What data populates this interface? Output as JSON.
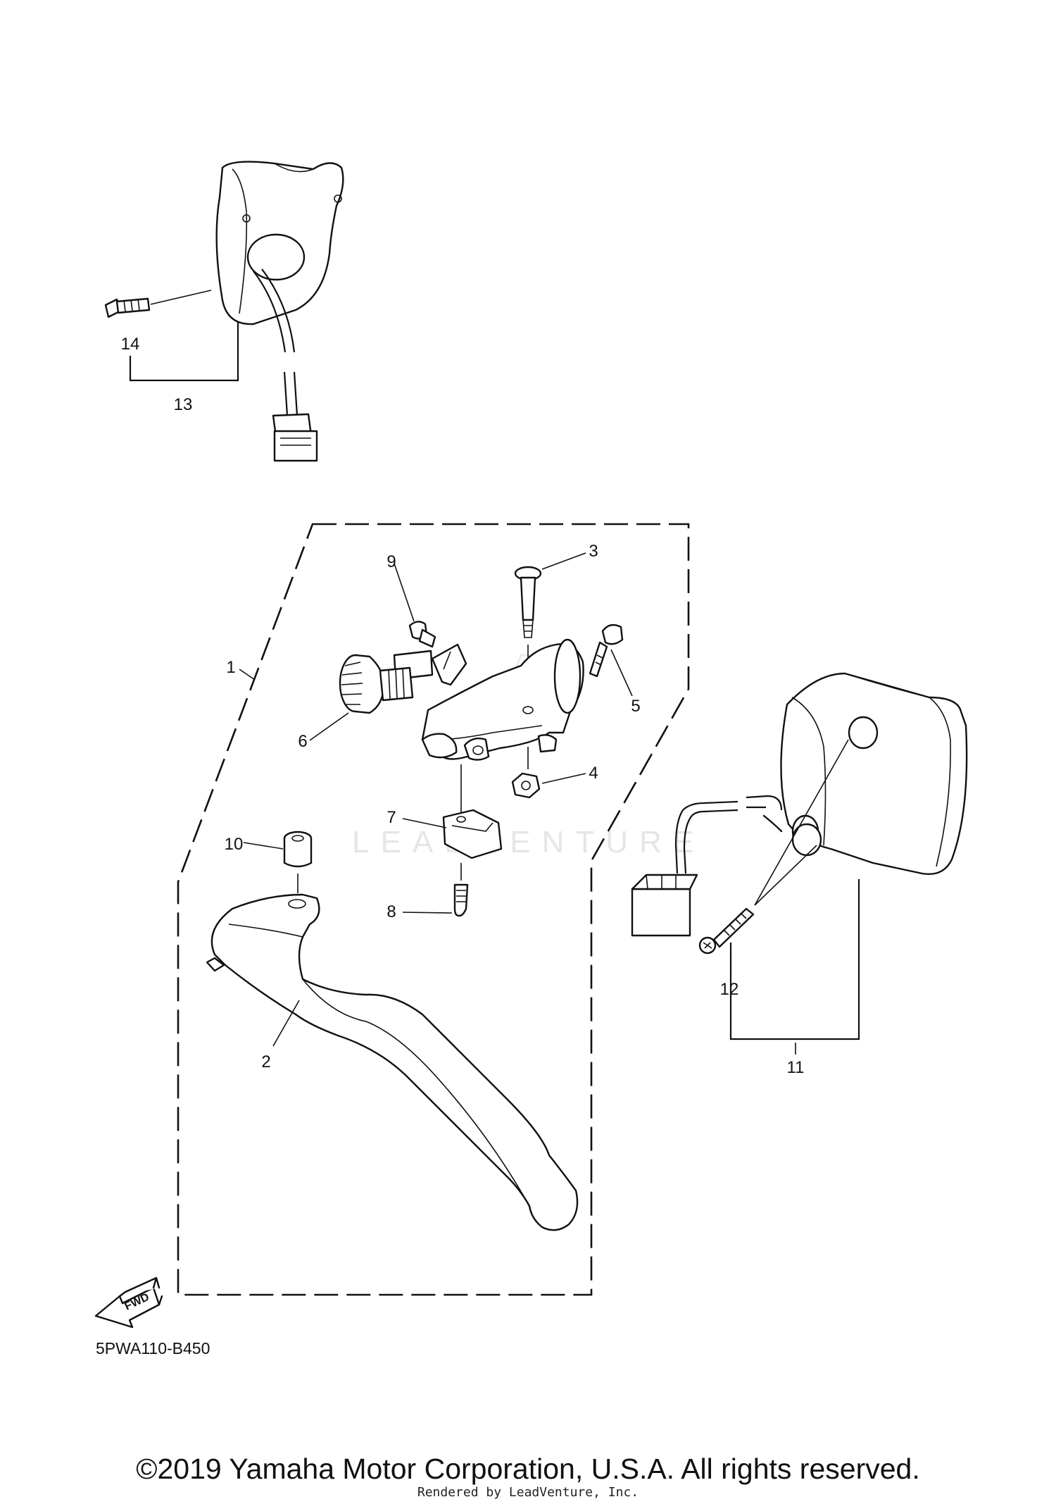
{
  "callouts": [
    "1",
    "2",
    "3",
    "4",
    "5",
    "6",
    "7",
    "8",
    "9",
    "10",
    "11",
    "12",
    "13",
    "14"
  ],
  "fwd_label": "FWD",
  "drawing_code": "5PWA110-B450",
  "watermark": "LEADVENTURE",
  "copyright": "©2019 Yamaha Motor Corporation, U.S.A. All rights reserved.",
  "rendered_by": "Rendered by LeadVenture, Inc.",
  "icons": {
    "fwd_arrow": "fwd-arrow-icon"
  }
}
